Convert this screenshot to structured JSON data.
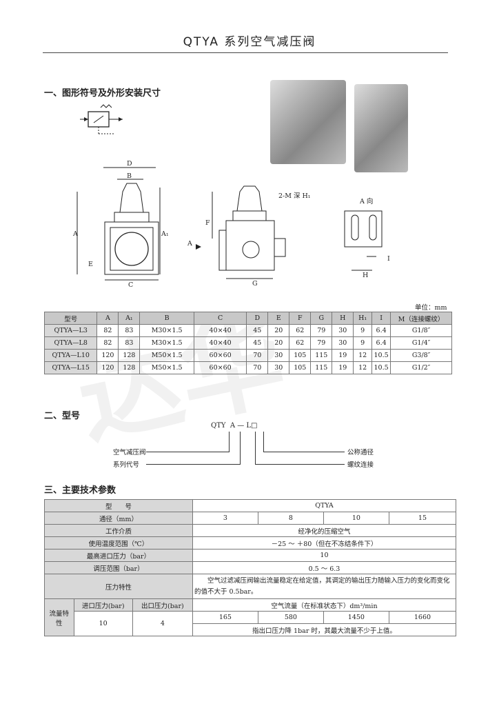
{
  "title": "QTYA 系列空气减压阀",
  "watermark": "达华",
  "sections": {
    "s1": "一、图形符号及外形安装尺寸",
    "s2": "二、型号",
    "s3": "三、主要技术参数"
  },
  "drawing_labels": {
    "D": "D",
    "B": "B",
    "A": "A",
    "A1": "A₁",
    "E": "E",
    "C": "C",
    "F": "F",
    "G": "G",
    "arrowA": "A",
    "threadM": "2-M 深 H₁",
    "viewA": "A 向",
    "I": "I",
    "H": "H"
  },
  "unit": "单位：mm",
  "dim_table": {
    "headers": [
      "型号",
      "A",
      "A₁",
      "B",
      "C",
      "D",
      "E",
      "F",
      "G",
      "H",
      "H₁",
      "I",
      "M（连接螺纹）"
    ],
    "rows": [
      [
        "QTYA—L3",
        "82",
        "83",
        "M30×1.5",
        "40×40",
        "45",
        "20",
        "62",
        "79",
        "30",
        "9",
        "6.4",
        "G1/8″"
      ],
      [
        "QTYA—L8",
        "82",
        "83",
        "M30×1.5",
        "40×40",
        "45",
        "20",
        "62",
        "79",
        "30",
        "9",
        "6.4",
        "G1/4″"
      ],
      [
        "QTYA—L10",
        "120",
        "128",
        "M50×1.5",
        "60×60",
        "70",
        "30",
        "105",
        "115",
        "19",
        "12",
        "10.5",
        "G3/8″"
      ],
      [
        "QTYA—L15",
        "120",
        "128",
        "M50×1.5",
        "60×60",
        "70",
        "30",
        "105",
        "115",
        "19",
        "12",
        "10.5",
        "G1/2″"
      ]
    ]
  },
  "model_code": {
    "code": "QTY  A — L□",
    "left_labels": [
      "空气减压阀",
      "系列代号"
    ],
    "right_labels": [
      "公称通径",
      "螺纹连接"
    ]
  },
  "spec_table": {
    "type_label": "型　　号",
    "type_value": "QTYA",
    "bore_label": "通径（mm）",
    "bores": [
      "3",
      "8",
      "10",
      "15"
    ],
    "medium_label": "工作介质",
    "medium_value": "经净化的压缩空气",
    "temp_label": "使用温度范围（℃）",
    "temp_value": "－25 ～ ＋80（但在不冻结条件下）",
    "inlet_label": "最高进口压力（bar）",
    "inlet_value": "10",
    "adjust_label": "调压范围（bar）",
    "adjust_value": "0.5 ～ 6.3",
    "pchar_label": "压力特性",
    "pchar_value": "空气过滤减压阀输出流量稳定在给定值，其调定的输出压力随输入压力的变化而变化的值不大于 0.5bar。",
    "flow_label": "流量特性",
    "inlet_p_label": "进口压力(bar)",
    "outlet_p_label": "出口压力(bar)",
    "flow_header": "空气流量（在标准状态下）dm³/min",
    "inlet_p": "10",
    "outlet_p": "4",
    "flows": [
      "165",
      "580",
      "1450",
      "1660"
    ],
    "flow_note": "指出口压力降 1bar 时，其最大流量不少于上值。"
  }
}
